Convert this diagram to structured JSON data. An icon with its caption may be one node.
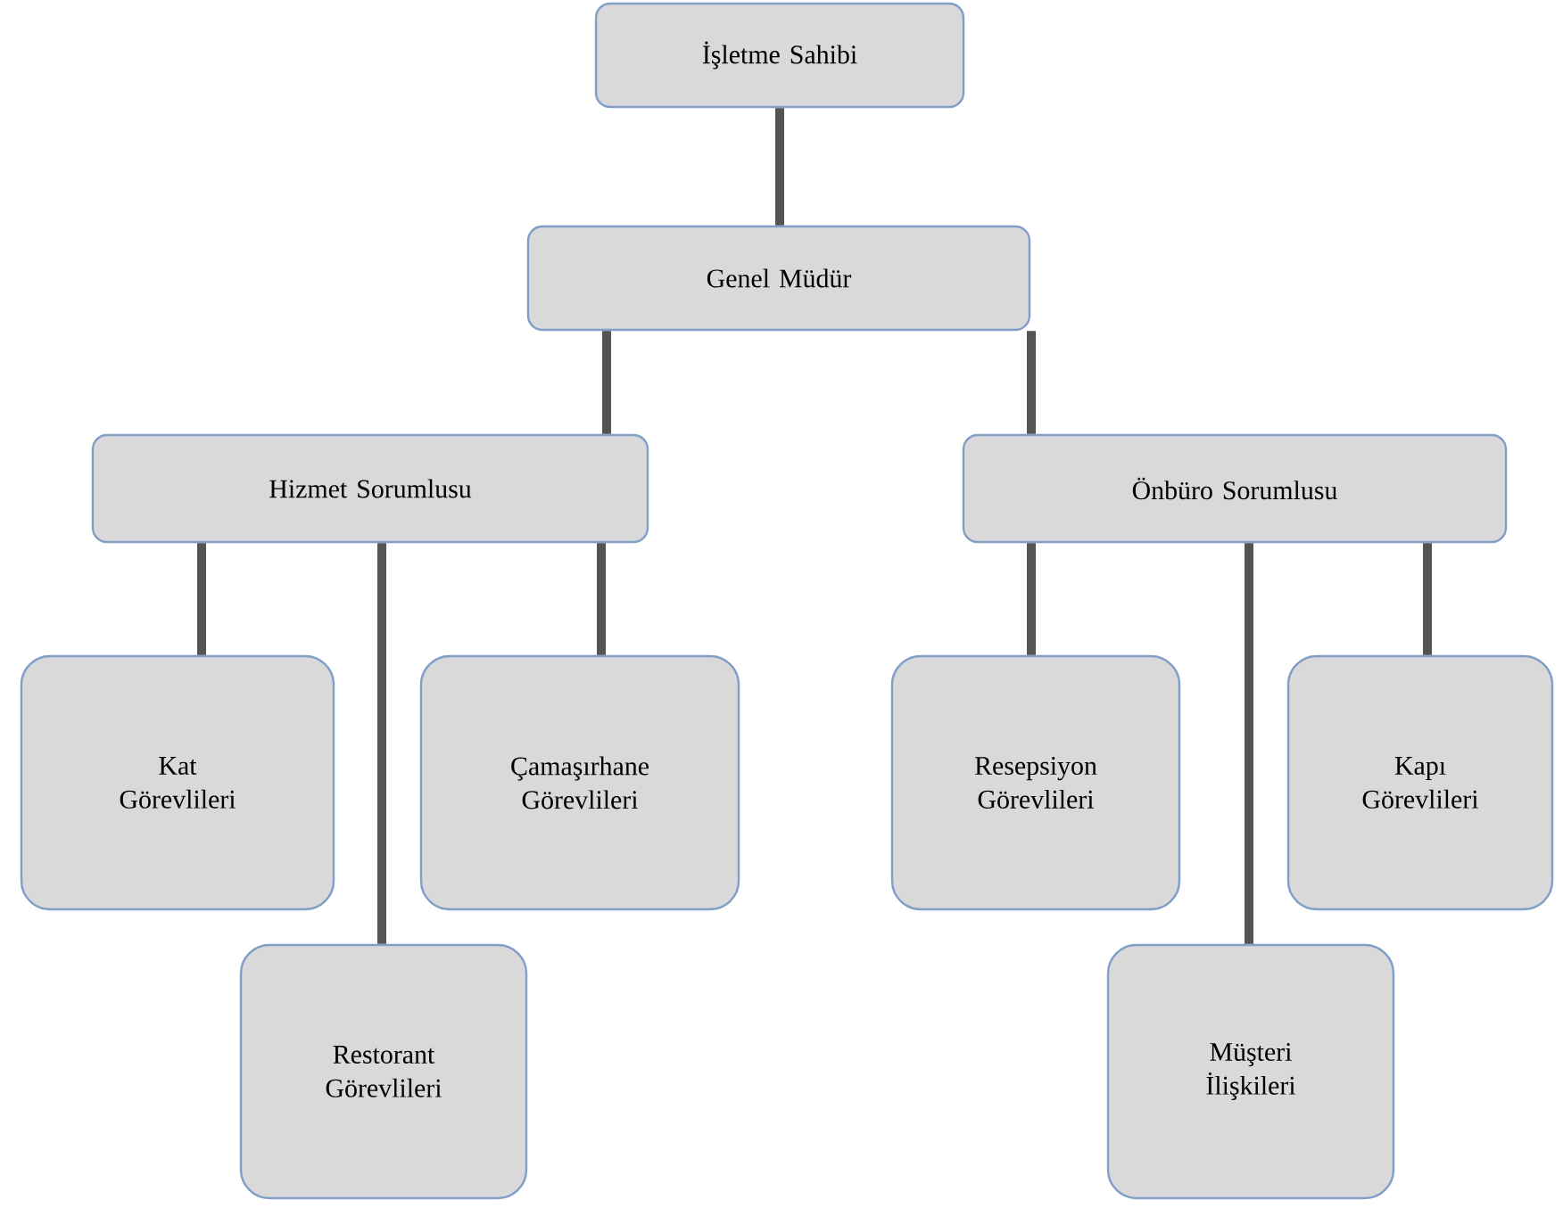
{
  "diagram": {
    "nodes": [
      {
        "text": [
          "İşletme Sahibi"
        ]
      },
      {
        "text": [
          "Genel Müdür"
        ]
      },
      {
        "text": [
          "Hizmet Sorumlusu"
        ]
      },
      {
        "text": [
          "Önbüro Sorumlusu"
        ]
      },
      {
        "text": [
          "Kat Görevlileri"
        ]
      },
      {
        "text": [
          "Restorant Görevlileri"
        ]
      },
      {
        "text": [
          "Çamaşırhane Görevlileri"
        ]
      },
      {
        "text": [
          "Resepsiyon Görevlileri"
        ]
      },
      {
        "text": [
          "Müşteri İlişkileri"
        ]
      },
      {
        "text": [
          "Kapı Görevlileri"
        ]
      }
    ],
    "edges": [
      {
        "from": 0,
        "to": 1,
        "arrow": "none"
      },
      {
        "from": 1,
        "to": 2,
        "arrow": "none"
      },
      {
        "from": 1,
        "to": 3,
        "arrow": "none"
      },
      {
        "from": 2,
        "to": 4,
        "arrow": "none"
      },
      {
        "from": 2,
        "to": 5,
        "arrow": "none"
      },
      {
        "from": 2,
        "to": 6,
        "arrow": "none"
      },
      {
        "from": 3,
        "to": 7,
        "arrow": "none"
      },
      {
        "from": 3,
        "to": 8,
        "arrow": "none"
      },
      {
        "from": 3,
        "to": 9,
        "arrow": "none"
      }
    ]
  }
}
